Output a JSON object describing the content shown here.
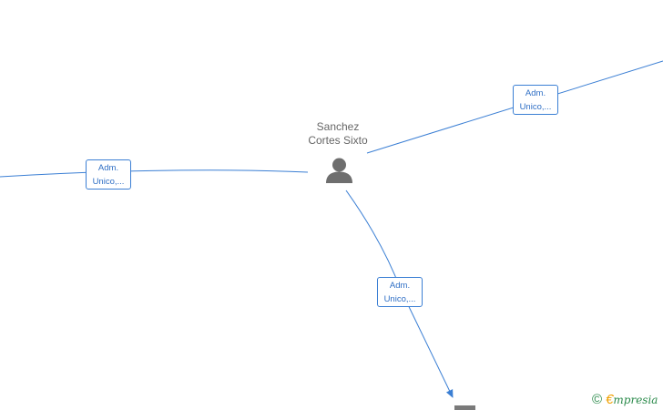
{
  "person": {
    "name_line1": "Sanchez",
    "name_line2": "Cortes Sixto"
  },
  "relations": [
    {
      "line1": "Adm.",
      "line2": "Unico,..."
    },
    {
      "line1": "Adm.",
      "line2": "Unico,..."
    },
    {
      "line1": "Adm.",
      "line2": "Unico,..."
    }
  ],
  "watermark": {
    "symbol": "©",
    "initial": "€",
    "rest": "mpresia"
  },
  "colors": {
    "edge": "#3b7fd4",
    "label_text": "#2f6fc5",
    "person": "#6e6e6e"
  }
}
